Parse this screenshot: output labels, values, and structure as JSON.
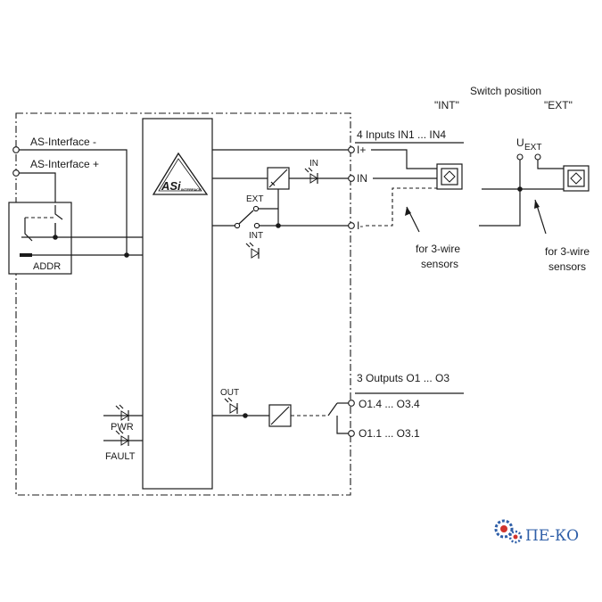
{
  "labels": {
    "as_interface_minus": "AS-Interface -",
    "as_interface_plus": "AS-Interface +",
    "addr": "ADDR",
    "ext": "EXT",
    "int": "INT",
    "in_led": "IN",
    "out_led": "OUT",
    "pwr": "PWR",
    "fault": "FAULT",
    "inputs_header": "4 Inputs IN1 ... IN4",
    "terminal_i_plus": "I+",
    "terminal_in": "IN",
    "terminal_i_minus": "I-",
    "outputs_header": "3 Outputs O1 ... O3",
    "terminal_o14": "O1.4 ... O3.4",
    "terminal_o11": "O1.1 ... O3.1",
    "switch_position": "Switch position",
    "pos_int": "\"INT\"",
    "pos_ext": "\"EXT\"",
    "uext_main": "U",
    "uext_sub": "EXT",
    "for3wire_left_1": "for 3-wire",
    "for3wire_left_2": "sensors",
    "for3wire_right_1": "for 3-wire",
    "for3wire_right_2": "sensors"
  },
  "logo": {
    "asi_text": "AS",
    "asi_i": "i",
    "asi_sub": "INTERFACE"
  },
  "brand": {
    "name": "ПЕ-КО",
    "accent_red": "#d0342c",
    "accent_blue": "#2f5fa8"
  },
  "colors": {
    "line": "#1a1a1a",
    "background": "#ffffff"
  }
}
